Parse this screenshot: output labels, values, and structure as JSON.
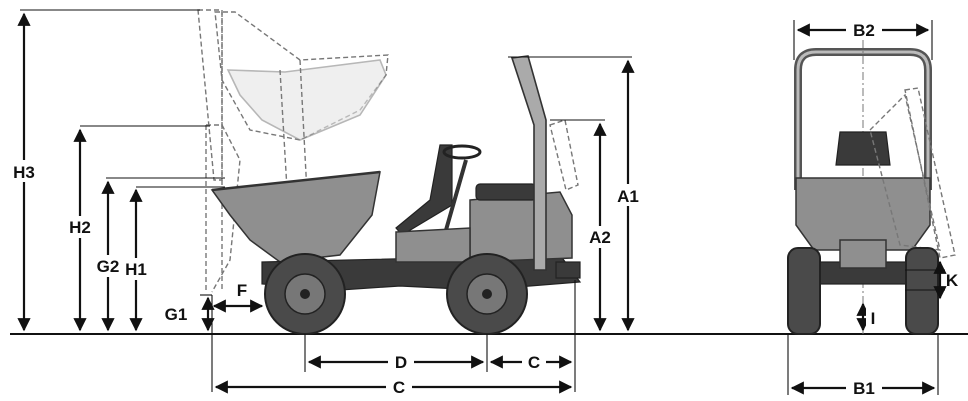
{
  "labels": {
    "H3": "H3",
    "H2": "H2",
    "H1": "H1",
    "G2": "G2",
    "G1": "G1",
    "F": "F",
    "A1": "A1",
    "A2": "A2",
    "D": "D",
    "C_front": "C",
    "C_total": "C",
    "B2": "B2",
    "B1": "B1",
    "K": "K",
    "I": "I"
  }
}
